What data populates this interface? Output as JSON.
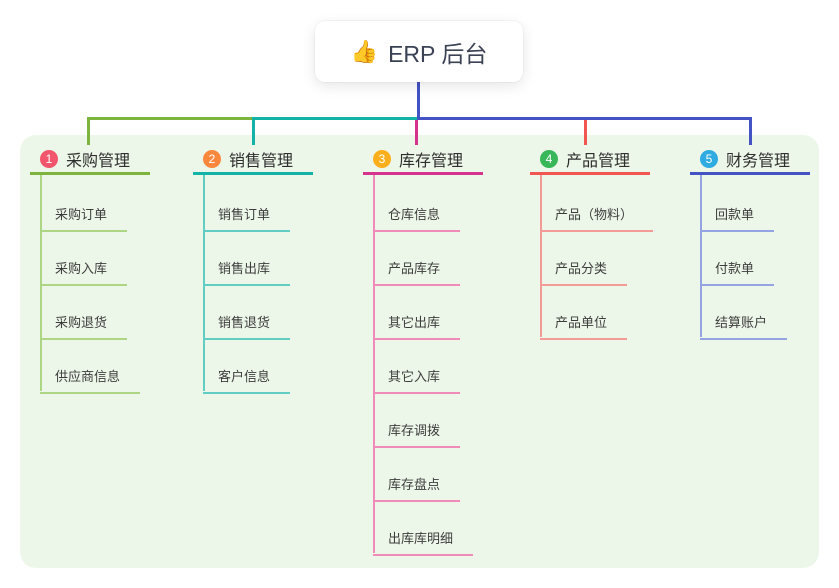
{
  "root": {
    "emoji": "👍",
    "label": "ERP 后台"
  },
  "colors": {
    "panel_bg": "#edf7e9",
    "trunk": "#4353c4",
    "seg_green": "#7cb43e",
    "seg_teal": "#14b3a7",
    "seg_blue": "#4353c4",
    "drop_magenta": "#d6338f",
    "drop_red": "#f25653"
  },
  "branches": [
    {
      "num": "1",
      "title": "采购管理",
      "badge_color": "#f1566c",
      "line_color": "#7cb43e",
      "child_line_color": "#acd584",
      "children": [
        "采购订单",
        "采购入库",
        "采购退货",
        "供应商信息"
      ]
    },
    {
      "num": "2",
      "title": "销售管理",
      "badge_color": "#f9883d",
      "line_color": "#14b3a7",
      "child_line_color": "#62cec3",
      "children": [
        "销售订单",
        "销售出库",
        "销售退货",
        "客户信息"
      ]
    },
    {
      "num": "3",
      "title": "库存管理",
      "badge_color": "#fcaf1c",
      "line_color": "#d6338f",
      "child_line_color": "#f08ab8",
      "children": [
        "仓库信息",
        "产品库存",
        "其它出库",
        "其它入库",
        "库存调拨",
        "库存盘点",
        "出库库明细"
      ]
    },
    {
      "num": "4",
      "title": "产品管理",
      "badge_color": "#37b75a",
      "line_color": "#f25653",
      "child_line_color": "#f59b97",
      "children": [
        "产品（物料）",
        "产品分类",
        "产品单位"
      ]
    },
    {
      "num": "5",
      "title": "财务管理",
      "badge_color": "#2fabe1",
      "line_color": "#4353c4",
      "child_line_color": "#92a4e2",
      "children": [
        "回款单",
        "付款单",
        "结算账户"
      ]
    }
  ]
}
